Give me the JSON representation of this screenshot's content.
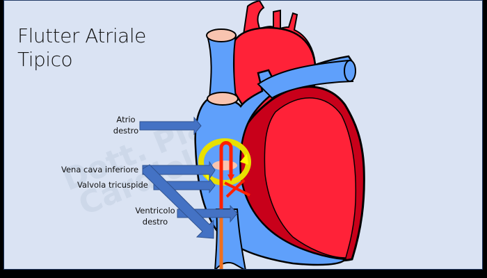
{
  "slide": {
    "title_line1": "Flutter Atriale",
    "title_line2": "Tipico",
    "background_color": "#dae3f3"
  },
  "labels": {
    "atrio_destro_line1": "Atrio",
    "atrio_destro_line2": "destro",
    "vena_cava_inferiore": "Vena cava inferiore",
    "valvola_tricuspide": "Valvola tricuspide",
    "ventricolo_destro_line1": "Ventricolo",
    "ventricolo_destro_line2": "destro"
  },
  "watermark": {
    "line1": "Dott. Pia... Filippo",
    "line2": "Cardiologo"
  },
  "colors": {
    "venous_blue": "#5fa0fb",
    "arterial_red": "#ff2238",
    "dark_red": "#c8001a",
    "arrow_blue": "#4472c4",
    "flutter_circuit_yellow": "#ffff00",
    "catheter_orange": "#f07020",
    "catheter_red": "#ff2000",
    "valve_pink": "#f8c4b0"
  }
}
